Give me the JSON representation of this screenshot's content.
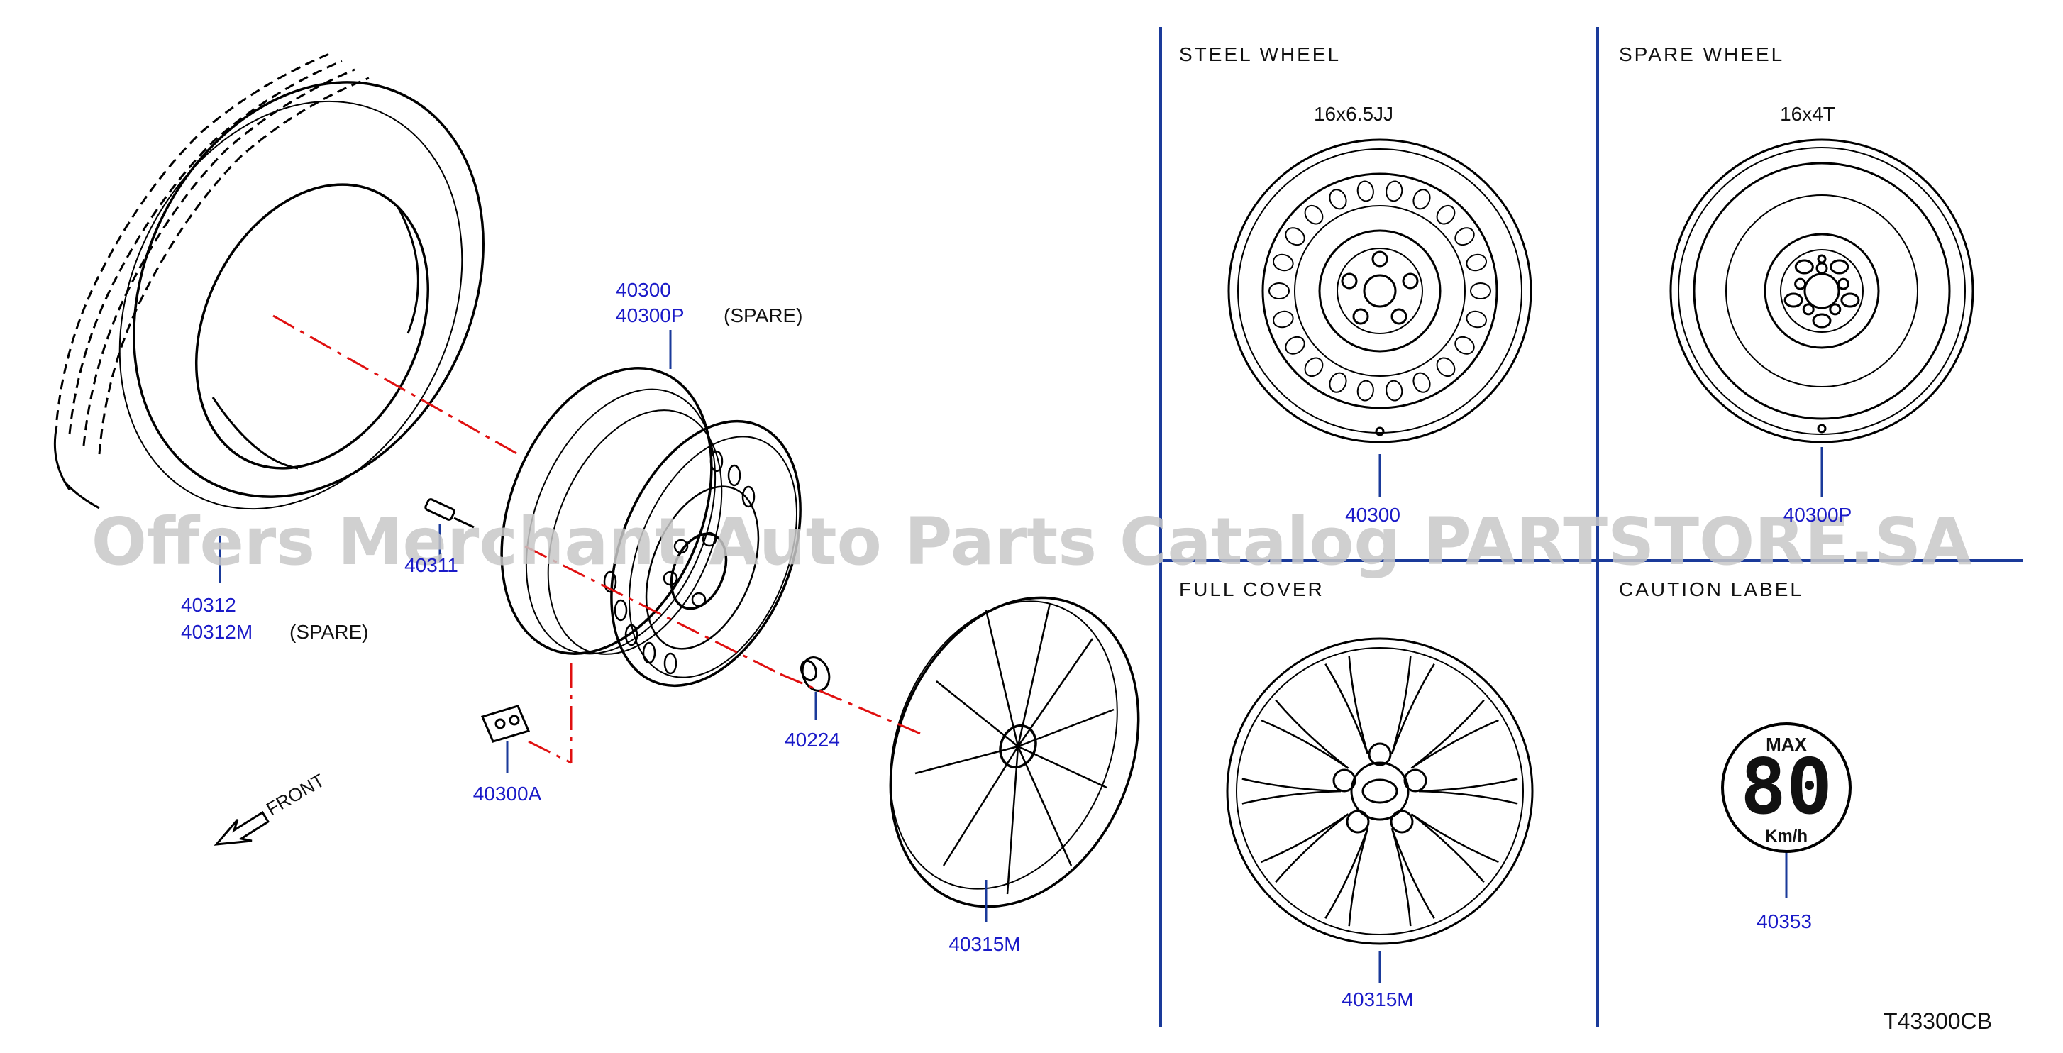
{
  "colors": {
    "part_number": "#1a1ac8",
    "lines": "#000000",
    "divider": "#1a3a9a",
    "leader": "#1a3a9a",
    "centerline": "#e01010",
    "watermark": "#c8c8c8"
  },
  "watermark": "Offers Merchant Auto Parts Catalog PARTSTORE.SA",
  "diagram_code": "T43300CB",
  "front_label": "FRONT",
  "main_callouts": {
    "tire_a": "40312",
    "tire_b": "40312M",
    "tire_spare": "(SPARE)",
    "valve": "40311",
    "wheel_a": "40300",
    "wheel_b": "40300P",
    "wheel_spare": "(SPARE)",
    "sensor": "40300A",
    "nut": "40224",
    "cover": "40315M"
  },
  "panels": {
    "steel_wheel": {
      "title": "STEEL WHEEL",
      "size": "16x6.5JJ",
      "part": "40300"
    },
    "spare_wheel": {
      "title": "SPARE WHEEL",
      "size": "16x4T",
      "part": "40300P"
    },
    "full_cover": {
      "title": "FULL COVER",
      "part": "40315M"
    },
    "caution_label": {
      "title": "CAUTION LABEL",
      "max": "MAX",
      "speed": "80",
      "unit": "Km/h",
      "part": "40353"
    }
  }
}
